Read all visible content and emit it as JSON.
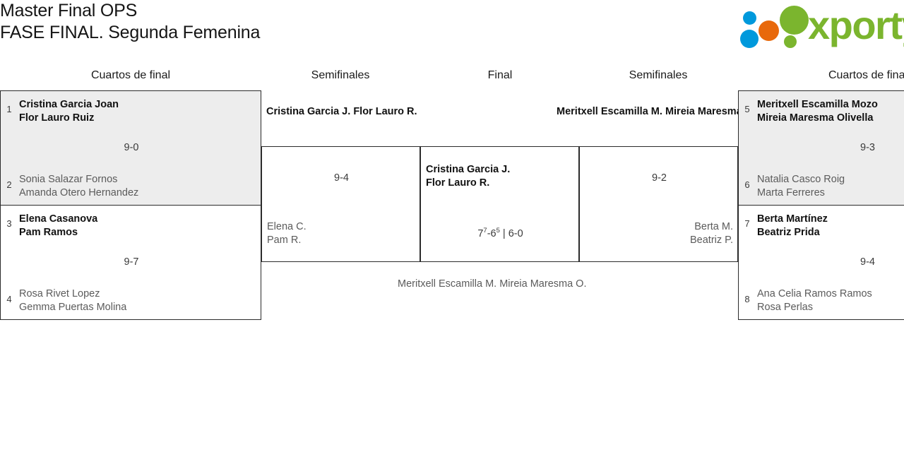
{
  "header": {
    "title_line1": "Master Final OPS",
    "title_line2": "FASE FINAL. Segunda Femenina",
    "logo_wordmark": "xporty",
    "logo_colors": {
      "green": "#7BB52E",
      "blue": "#0099DC",
      "orange": "#E8690B"
    }
  },
  "rounds": [
    {
      "key": "qf_left",
      "label": "Cuartos de final"
    },
    {
      "key": "sf_left",
      "label": "Semifinales"
    },
    {
      "key": "final",
      "label": "Final"
    },
    {
      "key": "sf_right",
      "label": "Semifinales"
    },
    {
      "key": "qf_right",
      "label": "Cuartos de final"
    }
  ],
  "bracket": {
    "quarterfinals_left": [
      {
        "score": "9-0",
        "teams": [
          {
            "seed": "1",
            "line1": "Cristina Garcia Joan",
            "line2": "Flor Lauro Ruiz",
            "result": "winner"
          },
          {
            "seed": "2",
            "line1": "Sonia Salazar Fornos",
            "line2": "Amanda Otero Hernandez",
            "result": "loser"
          }
        ]
      },
      {
        "score": "9-7",
        "teams": [
          {
            "seed": "3",
            "line1": "Elena Casanova",
            "line2": "Pam Ramos",
            "result": "winner"
          },
          {
            "seed": "4",
            "line1": "Rosa Rivet Lopez",
            "line2": "Gemma Puertas Molina",
            "result": "loser"
          }
        ]
      }
    ],
    "semifinal_left": {
      "score": "9-4",
      "teams": [
        {
          "line1": "Cristina Garcia J.",
          "line2": "Flor Lauro R.",
          "result": "winner"
        },
        {
          "line1": "Elena C.",
          "line2": "Pam R.",
          "result": "loser"
        }
      ]
    },
    "final": {
      "score_html": "7<sup>7</sup>-6<sup>5</sup> | 6-0",
      "score_text": "7(7)-6(5) | 6-0",
      "teams": [
        {
          "line1": "Cristina Garcia J.",
          "line2": "Flor Lauro R.",
          "result": "winner"
        },
        {
          "line1": "Meritxell Escamilla M.",
          "line2": "Mireia Maresma O.",
          "result": "loser"
        }
      ]
    },
    "semifinal_right": {
      "score": "9-2",
      "teams": [
        {
          "line1": "Meritxell Escamilla M.",
          "line2": "Mireia Maresma O.",
          "result": "winner"
        },
        {
          "line1": "Berta M.",
          "line2": "Beatriz P.",
          "result": "loser"
        }
      ]
    },
    "quarterfinals_right": [
      {
        "score": "9-3",
        "teams": [
          {
            "seed": "5",
            "line1": "Meritxell Escamilla Mozo",
            "line2": "Mireia Maresma Olivella",
            "result": "winner"
          },
          {
            "seed": "6",
            "line1": "Natalia Casco Roig",
            "line2": "Marta Ferreres",
            "result": "loser"
          }
        ]
      },
      {
        "score": "9-4",
        "teams": [
          {
            "seed": "7",
            "line1": "Berta Martínez",
            "line2": "Beatriz Prida",
            "result": "winner"
          },
          {
            "seed": "8",
            "line1": "Ana Celia Ramos Ramos",
            "line2": "Rosa Perlas",
            "result": "loser"
          }
        ]
      }
    ]
  }
}
